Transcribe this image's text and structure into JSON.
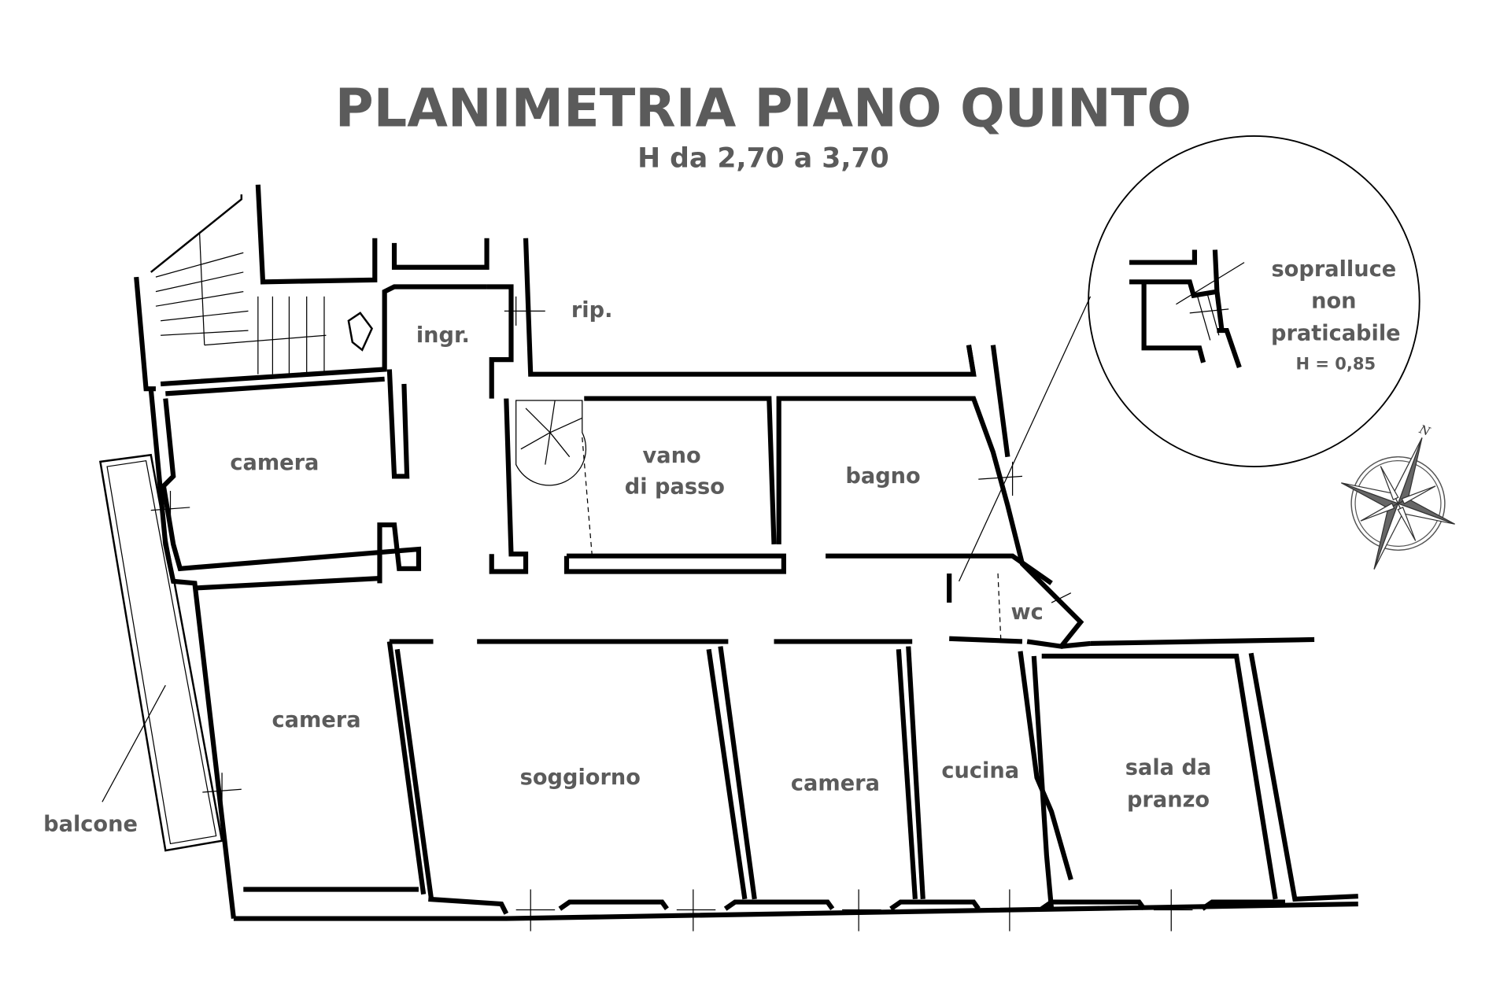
{
  "title": "PLANIMETRIA PIANO QUINTO",
  "subtitle": "H da 2,70 a 3,70",
  "rooms": {
    "ingresso": "ingr.",
    "ripostiglio": "rip.",
    "camera_1": "camera",
    "vano_1": "vano",
    "vano_2": "di passo",
    "bagno": "bagno",
    "wc": "wc",
    "camera_2": "camera",
    "soggiorno": "soggiorno",
    "camera_3": "camera",
    "cucina": "cucina",
    "sala_1": "sala da",
    "sala_2": "pranzo",
    "balcone": "balcone"
  },
  "detail": {
    "line1": "sopralluce",
    "line2": "non",
    "line3": "praticabile",
    "height": "H = 0,85"
  },
  "compass": {
    "north_label": "N"
  },
  "colors": {
    "text": "#5b5b5b",
    "walls": "#000000"
  }
}
